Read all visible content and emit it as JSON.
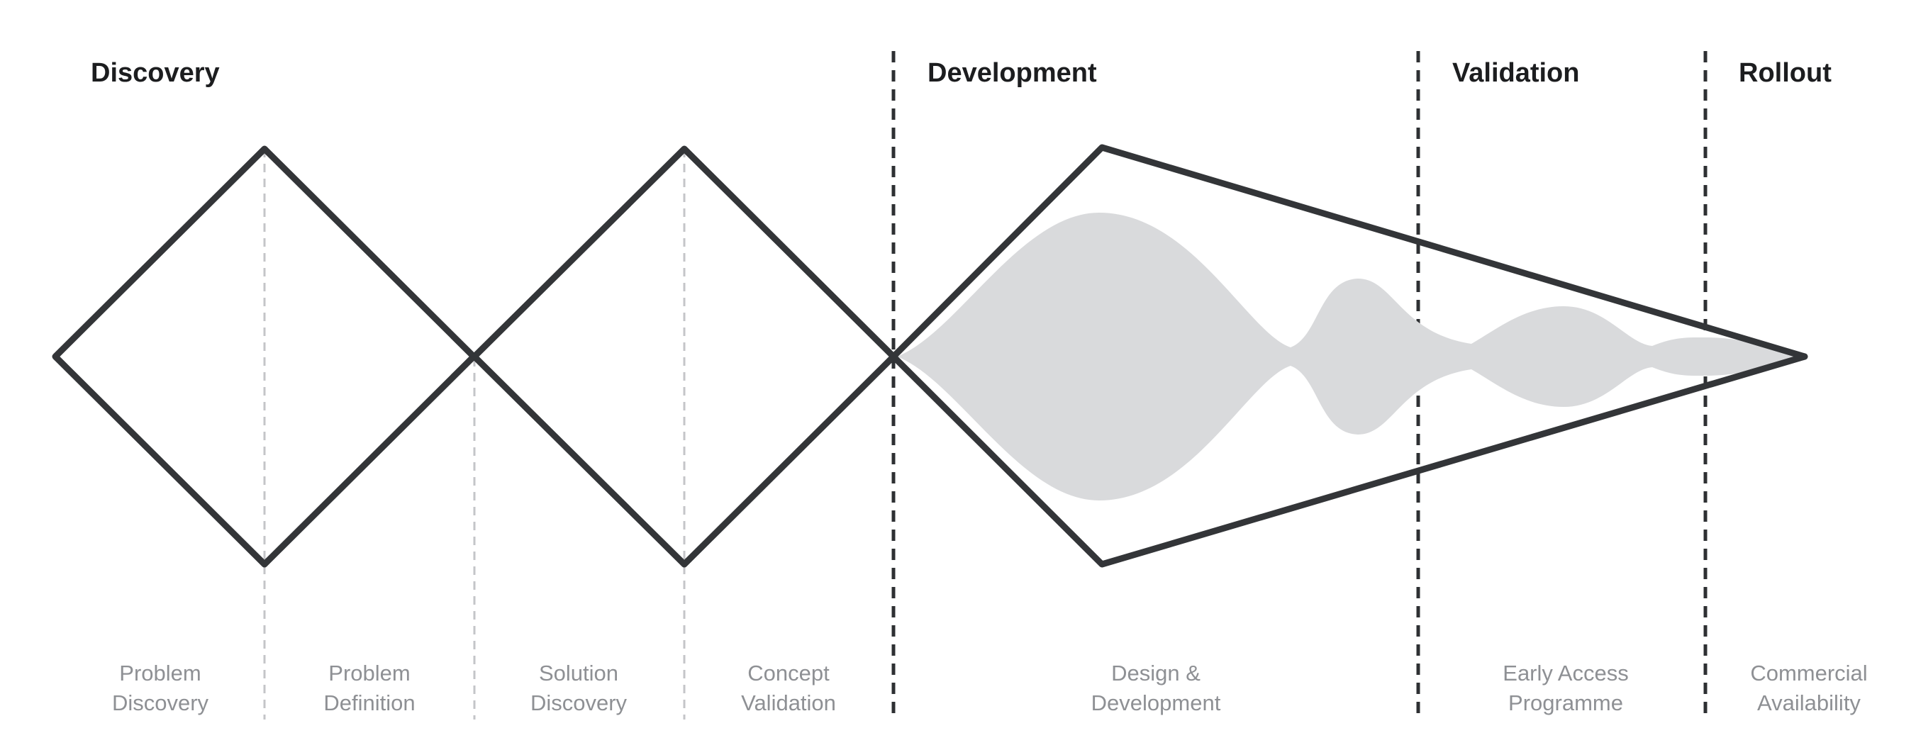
{
  "phases": [
    {
      "title": "Discovery"
    },
    {
      "title": "Development"
    },
    {
      "title": "Validation"
    },
    {
      "title": "Rollout"
    }
  ],
  "stages": [
    {
      "line1": "Problem",
      "line2": "Discovery"
    },
    {
      "line1": "Problem",
      "line2": "Definition"
    },
    {
      "line1": "Solution",
      "line2": "Discovery"
    },
    {
      "line1": "Concept",
      "line2": "Validation"
    },
    {
      "line1": "Design &",
      "line2": "Development"
    },
    {
      "line1": "Early Access",
      "line2": "Programme"
    },
    {
      "line1": "Commercial",
      "line2": "Availability"
    }
  ],
  "colors": {
    "outline": "#333538",
    "phase_text": "#1c1d1f",
    "stage_text": "#8e9094",
    "fill": "#d9dadc",
    "guide": "#c4c5c8",
    "divider": "#2e3033"
  }
}
